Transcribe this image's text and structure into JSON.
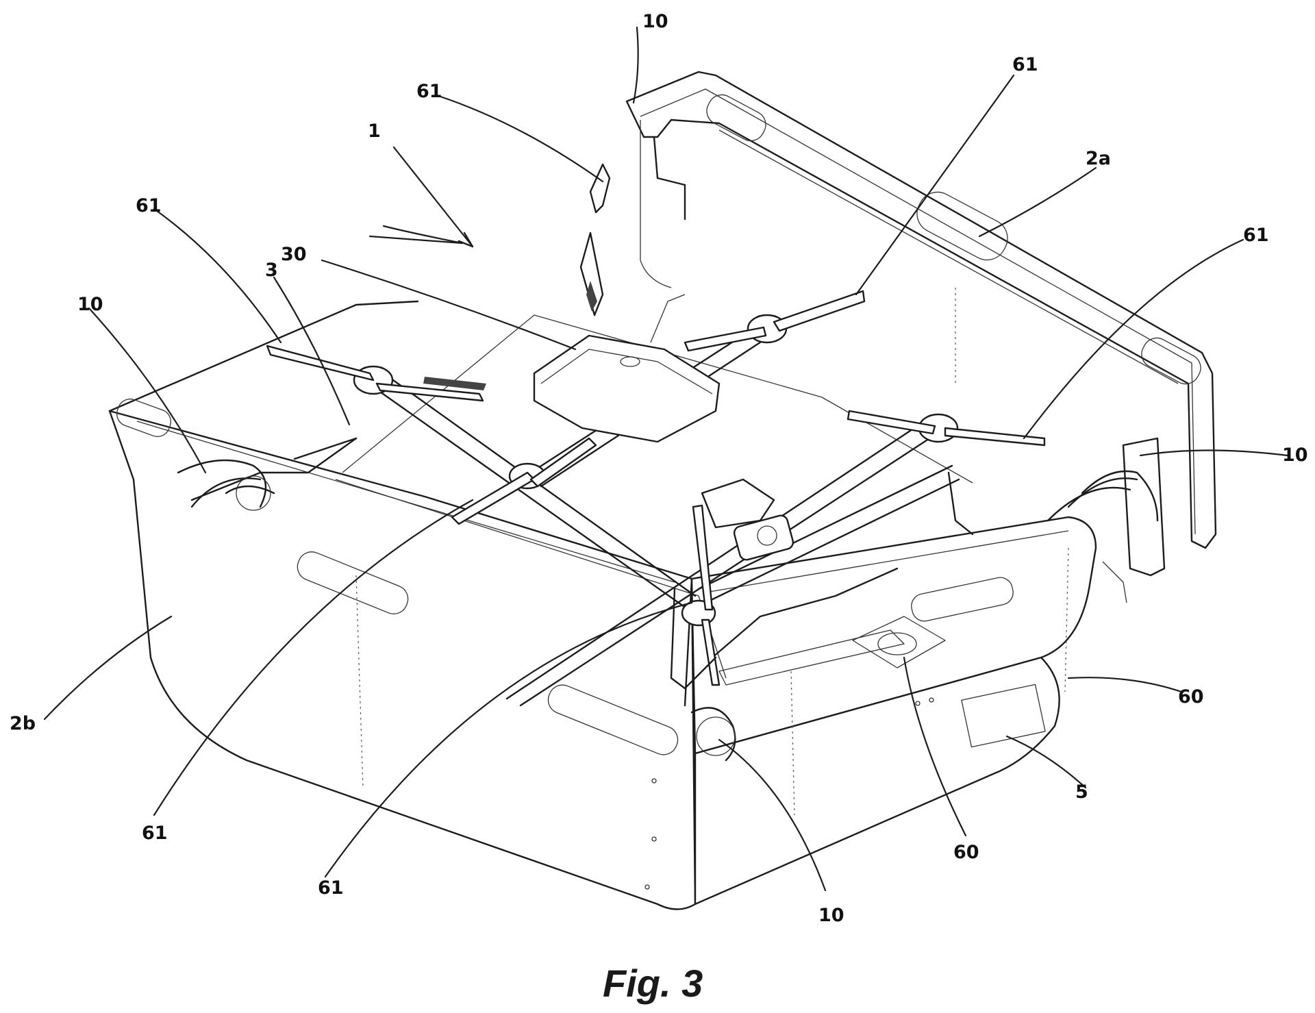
{
  "figure": {
    "caption": "Fig. 3"
  },
  "reference_numerals": {
    "ref_1": "1",
    "ref_2a": "2a",
    "ref_2b": "2b",
    "ref_3": "3",
    "ref_5": "5",
    "ref_30": "30",
    "ref_60_right": "60",
    "ref_60_bottom": "60",
    "ref_61_top_left": "61",
    "ref_61_top_right": "61",
    "ref_61_right": "61",
    "ref_61_left": "61",
    "ref_61_bottom_left": "61",
    "ref_61_bottom_center": "61",
    "ref_10_top": "10",
    "ref_10_left": "10",
    "ref_10_right": "10",
    "ref_10_bottom": "10"
  },
  "colors": {
    "line": "#1c1c1c",
    "background": "#ffffff"
  }
}
